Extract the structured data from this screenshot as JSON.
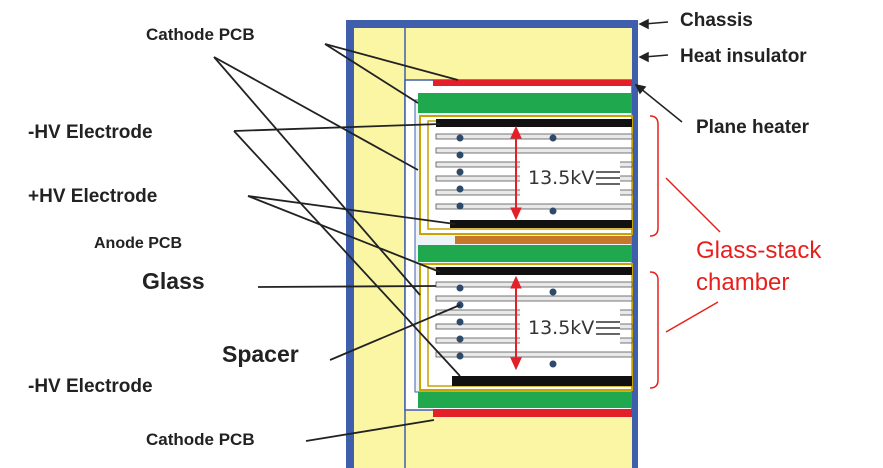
{
  "labels": {
    "chassis": "Chassis",
    "heat_insulator": "Heat insulator",
    "plane_heater": "Plane heater",
    "cathode_pcb_top": "Cathode PCB",
    "hv_minus_top": "-HV Electrode",
    "hv_plus": "+HV Electrode",
    "anode_pcb": "Anode PCB",
    "glass": "Glass",
    "spacer": "Spacer",
    "hv_minus_bottom": "-HV Electrode",
    "cathode_pcb_bottom": "Cathode PCB",
    "chamber_line1": "Glass-stack",
    "chamber_line2": "chamber",
    "voltage_top": "13.5kV",
    "voltage_bottom": "13.5kV"
  },
  "colors": {
    "chassis": "#3f5fad",
    "insulator": "#fbf6a4",
    "heater": "#e3202a",
    "pcb": "#1fa84d",
    "anode_layer": "#c7772a",
    "electrode": "#111111",
    "glass": "#e9e9e9",
    "spacer": "#2e4a6b",
    "annotation": "#e8201c"
  }
}
